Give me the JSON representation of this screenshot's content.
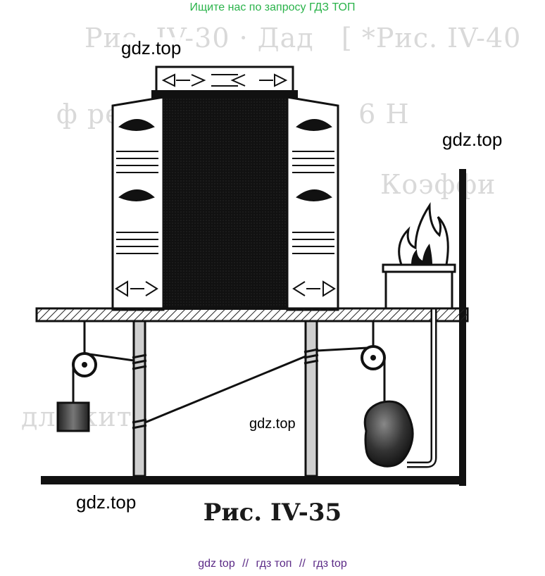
{
  "banner": {
    "text": "Ищите нас по запросу ГДЗ ТОП",
    "color": "#2ab34a"
  },
  "watermarks": [
    "gdz.top",
    "gdz.top",
    "gdz.top",
    "gdz.top"
  ],
  "figure": {
    "caption": "Рис. IV-35"
  },
  "bottom_links": {
    "items": [
      "gdz top",
      "гдз топ",
      "гдз top"
    ],
    "separator": "//",
    "color": "#5b2a86"
  }
}
